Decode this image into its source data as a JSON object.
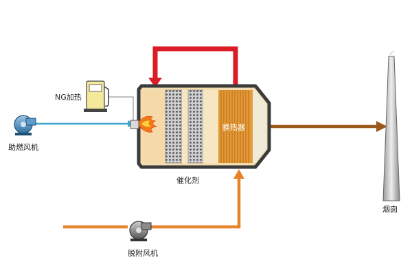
{
  "labels": {
    "combustion_fan": "助燃风机",
    "ng_heating": "NG加热",
    "catalyst": "催化剂",
    "heat_exchanger": "换热器",
    "chimney": "烟囱",
    "desorption_fan": "脱附风机"
  },
  "colors": {
    "hot_gas": "#d91c25",
    "exhaust_gas": "#9a5a1c",
    "desorption_gas": "#e6842a",
    "air_line": "#3aa8cc",
    "vessel_shell": "#3b3b3b",
    "vessel_fill": "#f2dcb0",
    "heat_exchanger": "#e49a37"
  },
  "icons": {
    "fan": "blower-fan-icon",
    "fuel": "fuel-pump-icon",
    "flame": "flame-icon",
    "chimney": "chimney-icon"
  }
}
